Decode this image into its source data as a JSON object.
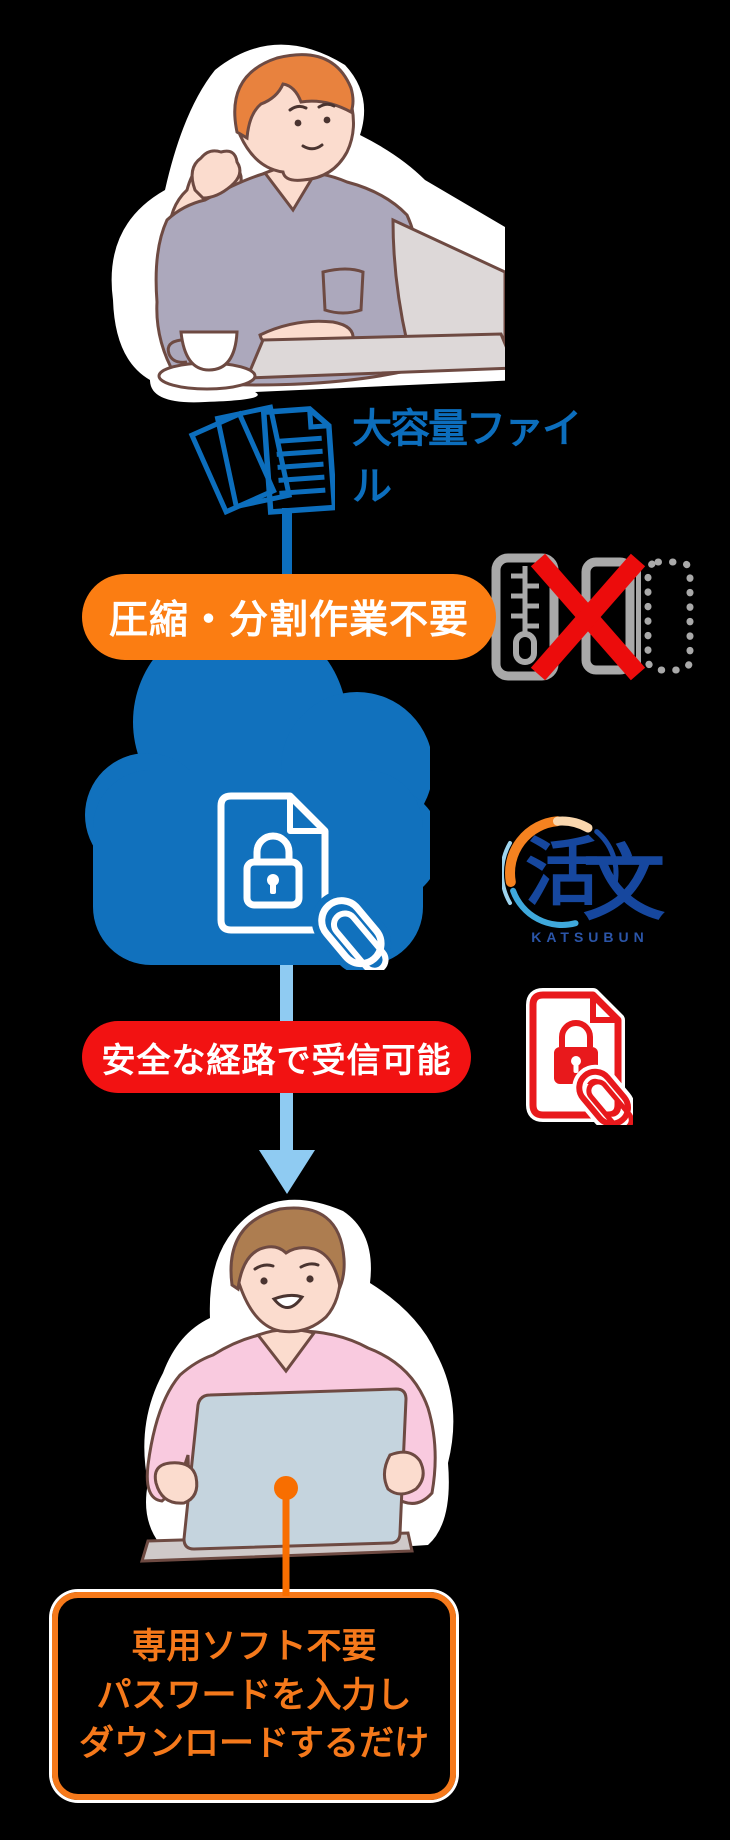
{
  "background": "#000000",
  "file_stack": {
    "label": "大容量ファイル",
    "color": "#0C6EBD"
  },
  "flow": {
    "badge_compression": {
      "label": "圧縮・分割作業不要",
      "bg": "#FB7D12",
      "text_color": "#FFFFFF"
    },
    "badge_secure": {
      "label": "安全な経路で受信可能",
      "bg": "#F21212",
      "text_color": "#FFFFFF"
    }
  },
  "logo": {
    "kanji_katsu": "活",
    "kanji_bun": "文",
    "roman": "KATSUBUN",
    "navy": "#16479E",
    "arc_orange": "#F58220",
    "arc_blue": "#3FA9DC"
  },
  "note_box": {
    "lines": [
      "専用ソフト不要",
      "パスワードを入力し",
      "ダウンロードするだけ"
    ],
    "color": "#F5791B"
  },
  "colors": {
    "doc_blue": "#0C6EBD",
    "cloud_blue": "#1171BD",
    "arrow_top_blue": "#0C6EBD",
    "arrow_bottom_lightblue": "#8FCBF2",
    "zip_gray": "#A9A9A9",
    "cross_red": "#EC0C0C",
    "secure_doc_red": "#E8191C",
    "connector_orange": "#F86E00"
  }
}
